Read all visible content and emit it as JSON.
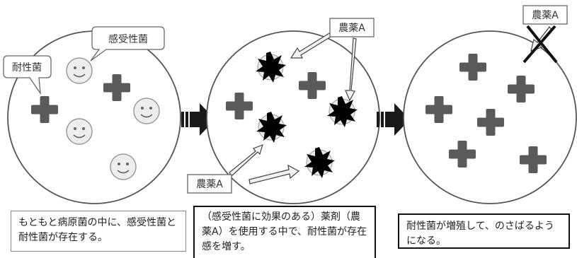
{
  "labels": {
    "sensitive_bacteria": "感受性菌",
    "resistant_bacteria": "耐性菌",
    "pesticide_a_top": "農薬A",
    "pesticide_a_bottom": "農薬A",
    "pesticide_a_crossed": "農薬A"
  },
  "captions": {
    "panel1": "もともと病原菌の中に、感受性菌と耐性菌が存在する。",
    "panel2": "（感受性菌に効果のある）薬剤（農薬A）を使用する中で、耐性菌が存在感を増す。",
    "panel3": "耐性菌が増殖して、のさばるようになる。"
  },
  "icons": {
    "resistant": "x-cross-icon",
    "sensitive": "smiley-face-icon",
    "killed": "burst-icon",
    "arrow": "block-arrow-icon"
  },
  "colors": {
    "cross_fill": "#5a5a5a",
    "smiley_fill": "#eeeeee",
    "burst_fill": "#000000",
    "arrow_fill": "#1a1a1a",
    "pesticide_arrow_fill": "#f2f2f2",
    "circle_stroke": "#555555"
  }
}
